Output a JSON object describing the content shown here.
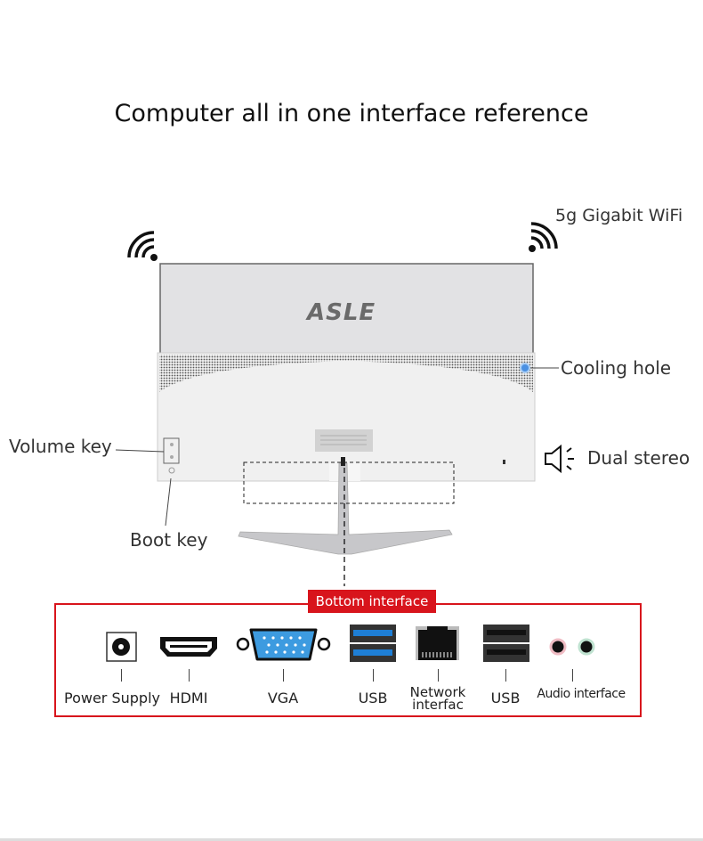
{
  "title": "Computer all in one interface reference",
  "brand_logo": "ASLE",
  "callouts": {
    "wifi": "5g Gigabit WiFi",
    "cooling": "Cooling hole",
    "volume": "Volume key",
    "stereo": "Dual stereo",
    "boot": "Boot key"
  },
  "bottom_interface": {
    "heading": "Bottom interface",
    "ports": [
      {
        "label": "Power Supply",
        "icon": "dc-power-jack-icon"
      },
      {
        "label": "HDMI",
        "icon": "hdmi-port-icon"
      },
      {
        "label": "VGA",
        "icon": "vga-port-icon"
      },
      {
        "label": "USB",
        "icon": "usb3-port-icon"
      },
      {
        "label": "Network\ninterfac",
        "icon": "ethernet-port-icon"
      },
      {
        "label": "USB",
        "icon": "usb2-port-icon"
      },
      {
        "label": "Audio interface",
        "icon": "audio-jack-icon"
      }
    ]
  },
  "colors": {
    "accent_red": "#d8141c",
    "usb3_blue": "#1e7fd6",
    "vga_blue": "#3d9be0",
    "cooling_dot": "#4a90e2"
  }
}
